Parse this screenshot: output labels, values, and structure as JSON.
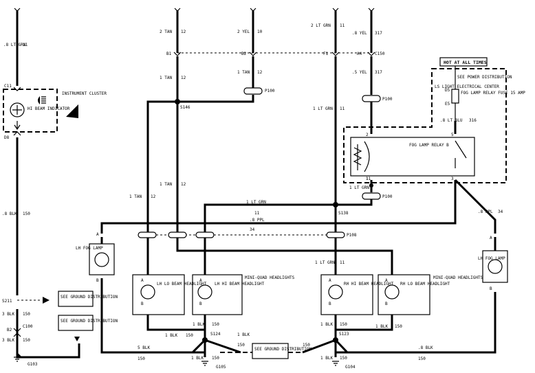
{
  "connectors": {
    "c11": "C11",
    "d8": "D8",
    "b1": "B1",
    "b2": "B2",
    "a4": "A4",
    "c150": "C150",
    "f1": "F1",
    "d5": "D5",
    "e5": "E5",
    "s211": "S211",
    "c100": "C100",
    "b2_ground": "B2"
  },
  "wires": {
    "w_left_top": ".8 LT GRN",
    "w_left_top_num": "11",
    "w_tan_top": "2 TAN",
    "w_tan_top_num": "12",
    "w_yel_top": "2 YEL",
    "w_yel_top_num": "10",
    "w_ltgrn_top": "2 LT GRN",
    "w_ltgrn_top_num": "11",
    "w_8yel": ".8 YEL",
    "w_8yel_num": "317",
    "w_1tan_a": "1 TAN",
    "w_1tan_a_num": "12",
    "w_1tan_b": "1 TAN",
    "w_1tan_b_num": "12",
    "w_5yel": ".5 YEL",
    "w_5yel_num": "317",
    "w_1ltgrn_a": "1 LT GRN",
    "w_1ltgrn_a_num": "11",
    "w_8ltblu": ".8 LT BLU",
    "w_8ltblu_num": "316",
    "w_1tan_c": "1 TAN",
    "w_1tan_c_num": "12",
    "w_1ltgrn_b": "1 LT GRN",
    "w_1ltgrn_b_num": "11",
    "w_1tan_d": "1 TAN",
    "w_1tan_d_num": "12",
    "w_8blk": ".8 BLK",
    "w_8blk_num": "150",
    "w_1ltgrn_c": "1 LT GRN",
    "w_1ltgrn_c_num": "11",
    "w_8ppl_a": ".8 PPL",
    "w_8ppl_a_num": "34",
    "w_8ppl_b": ".8 PPL",
    "w_8ppl_b_num": "34",
    "w_1ltgrn_d": "1 LT GRN",
    "w_1ltgrn_d_num": "11",
    "w_3blk_a": "3 BLK",
    "w_3blk_a_num": "150",
    "w_3blk_b": "3 BLK",
    "w_3blk_b_num": "150",
    "w_1blk_a": "1 BLK",
    "w_1blk_a_num": "150",
    "w_1blk_b": "1 BLK",
    "w_1blk_b_num": "150",
    "w_1blk_c": "1 BLK",
    "w_1blk_c_num": "150",
    "w_1blk_d": "1 BLK",
    "w_1blk_d_num": "150",
    "w_1blk_e": "1 BLK",
    "w_1blk_e_num": "150",
    "w_1blk_f": "1 BLK",
    "w_1blk_f_num": "150",
    "w_5blk": "5 BLK",
    "w_5blk_num": "150",
    "w_150": "150",
    "w_8blk_r": ".8 BLK",
    "w_8blk_r_num": "150",
    "w_1blk_g": "1 BLK",
    "w_1blk_g_num": "150",
    "w_1blk_h": "1 BLK",
    "w_1blk_h_num": "150"
  },
  "components": {
    "instrument_cluster": "INSTRUMENT CLUSTER",
    "hi_beam_indicator": "HI BEAM INDICATOR",
    "hot_at_all_times": "HOT AT ALL TIMES",
    "see_power": "SEE POWER DISTRIBUTION",
    "ls_center": "LS LIGHT ELECTRICAL CENTER",
    "fog_fuse": "FOG LAMP RELAY FUSE 15 AMP",
    "fog_relay": "FOG LAMP RELAY B",
    "lh_fog": "LH FOG LAMP",
    "rh_fog": "LH FOG LAMP",
    "lh_lo": "LH LO BEAM HEADLIGHT",
    "lh_hi": "LH HI BEAM HEADLIGHT",
    "rh_hi": "RH HI BEAM HEADLIGHT",
    "rh_lo": "RH LO BEAM HEADLIGHT",
    "mini_quad_l": "MINI-QUAD HEADLIGHTS",
    "mini_quad_r": "MINI-QUAD HEADLIGHTS",
    "see_ground_1": "SEE GROUND DISTRIBUTION",
    "see_ground_2": "SEE GROUND DISTRIBUTION",
    "see_ground_3": "SEE GROUND DISTRIBUTION"
  },
  "splices": {
    "p100_a": "P100",
    "p100_b": "P100",
    "p100_c": "P100",
    "s146": "S146",
    "s138": "S138",
    "p108": "P108",
    "s124": "S124",
    "s123": "S123",
    "g103": "G103",
    "g105": "G105",
    "g104": "G104"
  },
  "pins": {
    "relay_2": "2",
    "relay_5": "5",
    "relay_1": "1",
    "relay_3": "3",
    "a": "A",
    "b": "B"
  }
}
